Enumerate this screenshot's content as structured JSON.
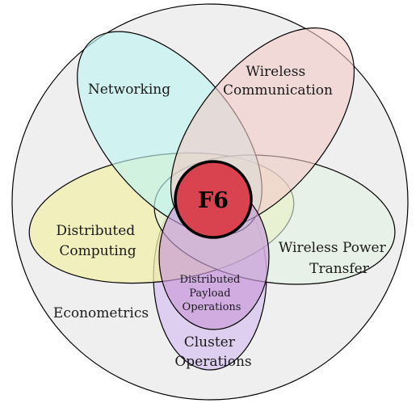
{
  "outer": {
    "label": "Econometrics",
    "fill": "#efefef"
  },
  "sets": [
    {
      "id": "networking",
      "label_lines": [
        "Networking"
      ],
      "fill": "#bff3f1"
    },
    {
      "id": "wireless-communication",
      "label_lines": [
        "Wireless",
        "Communication"
      ],
      "fill": "#f2c9c8"
    },
    {
      "id": "distributed-computing",
      "label_lines": [
        "Distributed",
        "Computing"
      ],
      "fill": "#f2efaa"
    },
    {
      "id": "wireless-power-transfer",
      "label_lines": [
        "Wireless Power",
        "Transfer"
      ],
      "fill": "#e3f2e1"
    },
    {
      "id": "cluster-operations",
      "label_lines": [
        "Cluster",
        "Operations"
      ],
      "fill": "#dccbf0"
    },
    {
      "id": "distributed-payload-operations",
      "label_lines": [
        "Distributed",
        "Payload",
        "Operations"
      ],
      "fill": "#c79ad8"
    }
  ],
  "center": {
    "label": "F6",
    "fill": "#d8434f"
  }
}
